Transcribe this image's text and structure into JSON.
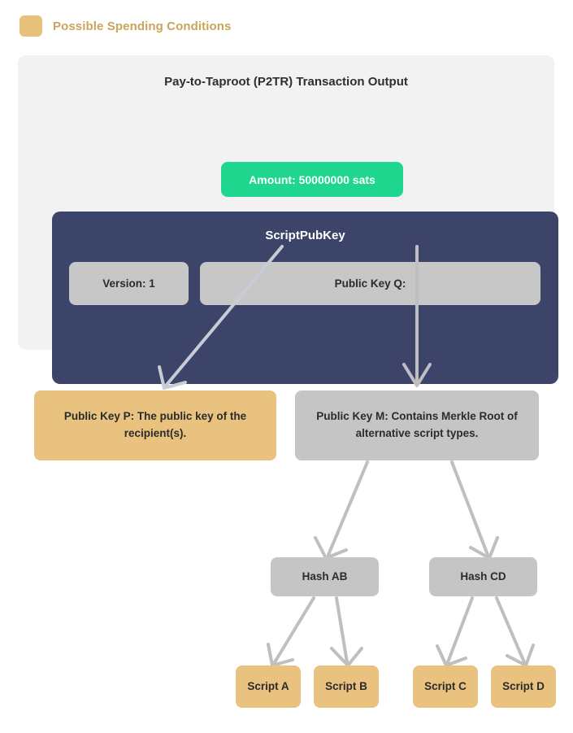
{
  "legend": {
    "swatch_color": "#e6c179",
    "label": "Possible Spending Conditions"
  },
  "card": {
    "title": "Pay-to-Taproot (P2TR) Transaction Output",
    "amount_badge": {
      "label": "Amount: 50000000 sats",
      "color": "#1fd68f"
    },
    "script_pub_key": {
      "title": "ScriptPubKey",
      "panel_color": "#3c4469",
      "fields": [
        {
          "label": "Version: 1"
        },
        {
          "label": "Public Key Q:"
        }
      ]
    }
  },
  "tree": {
    "key_path": {
      "label": "Public Key P: The public key of the recipient(s).",
      "color": "#e8c27e"
    },
    "script_path": {
      "label": "Public Key M: Contains Merkle Root of alternative script types.",
      "color": "#c5c5c5"
    },
    "hashes": [
      {
        "label": "Hash AB"
      },
      {
        "label": "Hash CD"
      }
    ],
    "scripts": [
      {
        "label": "Script A"
      },
      {
        "label": "Script B"
      },
      {
        "label": "Script C"
      },
      {
        "label": "Script D"
      }
    ]
  },
  "arrow_color": "#bfbfbf"
}
